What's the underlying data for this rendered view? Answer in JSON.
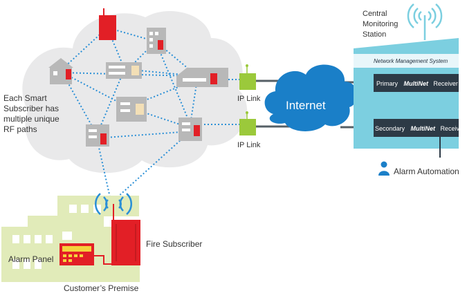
{
  "labels": {
    "central_station": [
      "Central",
      "Monitoring",
      "Station"
    ],
    "network_management": "Network Management System",
    "primary_receiver": {
      "prefix": "Primary",
      "brand": "MultiNet",
      "suffix": "Receiver"
    },
    "secondary_receiver": {
      "prefix": "Secondary",
      "brand": "MultiNet",
      "suffix": "Receiver"
    },
    "alarm_automation": "Alarm Automation",
    "internet": "Internet",
    "ip_link_1": "IP Link",
    "ip_link_2": "IP Link",
    "smart_subscriber_note": [
      "Each Smart",
      "Subscriber has",
      "multiple unique",
      "RF paths"
    ],
    "fire_subscriber": "Fire Subscriber",
    "alarm_panel": "Alarm Panel",
    "customers_premise": "Customer’s Premise"
  },
  "colors": {
    "rf_path": "#2a8fd6",
    "subscriber_red": "#e21f26",
    "building_gray": "#b8b8b8",
    "cloud_gray": "#e9e9ea",
    "internet_blue": "#1a7fc8",
    "station_teal": "#7ccfe0",
    "receiver_dark": "#2d3a46",
    "ip_link_green": "#9bc93b",
    "premise_green": "#e1ebb9"
  }
}
